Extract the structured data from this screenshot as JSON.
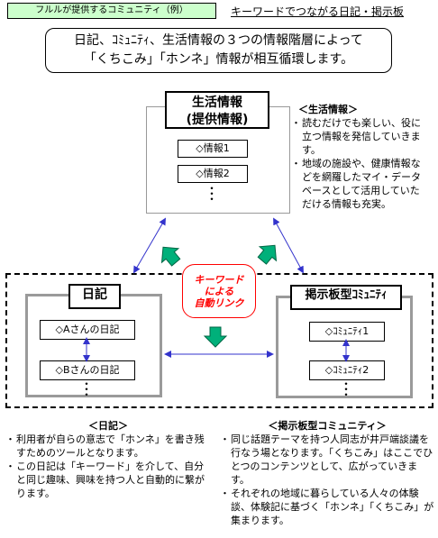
{
  "header": {
    "tag": "フルルが提供するコミュニティ（例）",
    "link": "キーワードでつながる日記・掲示板"
  },
  "intro": {
    "line1": "日記、ｺﾐｭﾆﾃｨ、生活情報の３つの情報階層によって",
    "line2": "「くちこみ」「ホンネ」情報が相互循環します。"
  },
  "life_info": {
    "title_line1": "生活情報",
    "title_line2": "(提供情報)",
    "items": [
      "◇情報1",
      "◇情報2"
    ],
    "dots": "・\n・\n・"
  },
  "life_note": {
    "heading": "＜生活情報＞",
    "bullets": [
      "読むだけでも楽しい、役に立つ情報を発信していきます。",
      "地域の施設や、健康情報などを網羅したマイ・データベースとして活用していただける情報も充実。"
    ]
  },
  "auto_link": {
    "line1": "キーワード",
    "line2": "による",
    "line3": "自動リンク"
  },
  "diary": {
    "title": "日記",
    "items": [
      "◇Aさんの日記",
      "◇Bさんの日記"
    ],
    "dots": "・\n・\n・"
  },
  "board": {
    "title": "掲示板型ｺﾐｭﾆﾃｨ",
    "items": [
      "◇ｺﾐｭﾆﾃｨ1",
      "◇ｺﾐｭﾆﾃｨ2"
    ],
    "dots": "・\n・\n・"
  },
  "diary_note": {
    "heading": "＜日記＞",
    "bullets": [
      "利用者が自らの意志で「ホンネ」を書き残すためのツールとなります。",
      "この日記は「キーワード」を介して、自分と同じ趣味、興味を持つ人と自動的に繋がります。"
    ]
  },
  "board_note": {
    "heading": "＜掲示板型コミュニティ＞",
    "bullets": [
      "同じ話題テーマを持つ人同志が井戸端談議を行なう場となります。「くちこみ」はここでひとつのコンテンツとして、広がっていきます。",
      "それぞれの地域に暮らしている人々の体験談、体験記に基づく「ホンネ」「くちこみ」が集まります。"
    ]
  },
  "colors": {
    "arrow_green": "#00b07a",
    "link_red": "#ff0000",
    "connector_blue": "#3333cc"
  }
}
